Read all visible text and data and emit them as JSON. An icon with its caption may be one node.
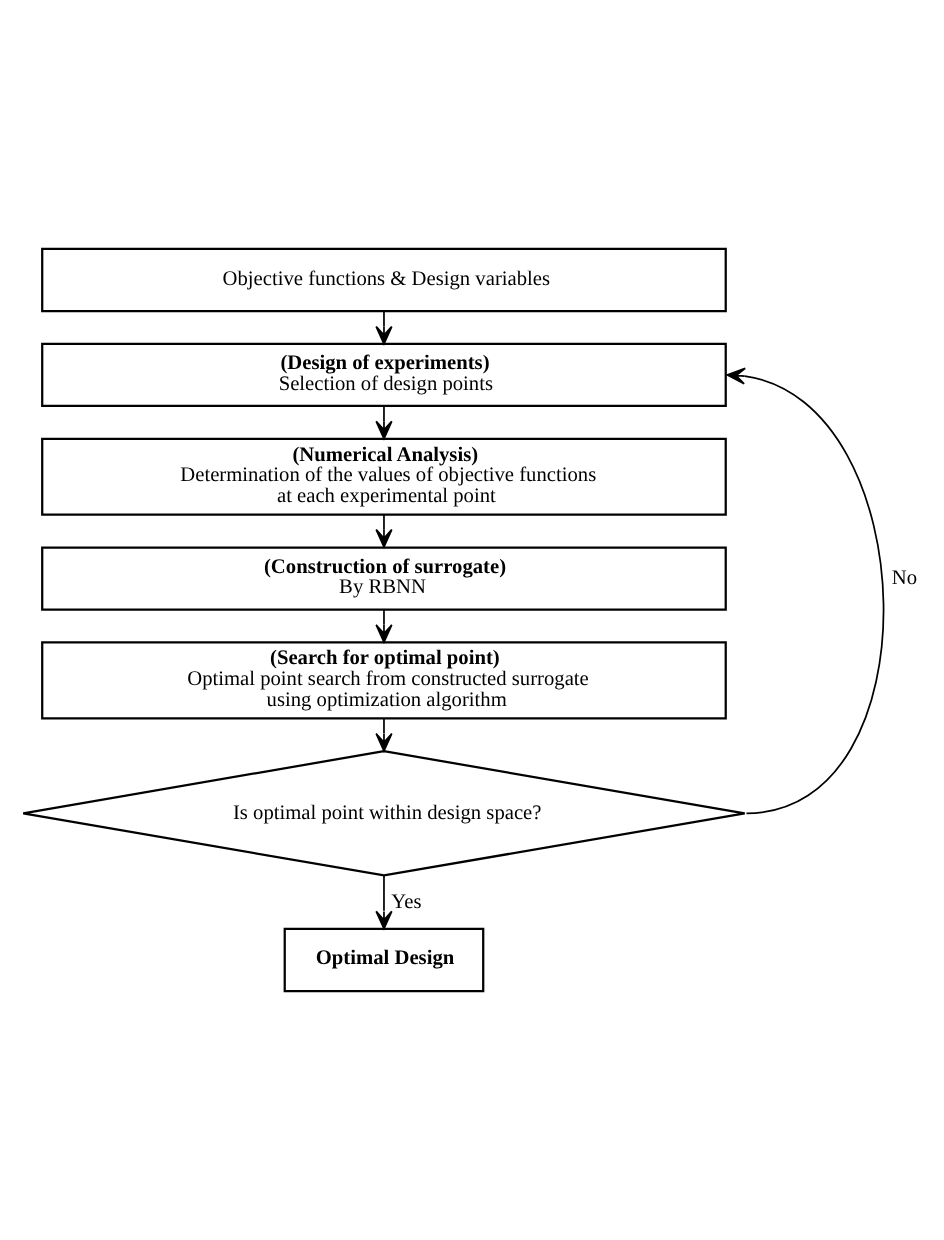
{
  "diagram": {
    "nodes": [
      {
        "text": [
          "Objective functions & Design variables"
        ]
      },
      {
        "text": [
          "(Design of experiments)",
          "Selection of design points"
        ]
      },
      {
        "text": [
          "(Numerical Analysis)",
          "Determination of the values of objective functions at each experimental point"
        ]
      },
      {
        "text": [
          "(Construction of surrogate)",
          "By RBNN"
        ]
      },
      {
        "text": [
          "(Search for optimal point)",
          "Optimal point search from constructed surrogate using optimization algorithm"
        ]
      },
      {
        "text": [
          "Is optimal point within design space?"
        ]
      },
      {
        "text": [
          "Optimal Design"
        ]
      }
    ],
    "edges": [
      {
        "from": 0,
        "to": 1,
        "arrow": "to"
      },
      {
        "from": 1,
        "to": 2,
        "arrow": "to"
      },
      {
        "from": 2,
        "to": 3,
        "arrow": "to"
      },
      {
        "from": 3,
        "to": 4,
        "arrow": "to"
      },
      {
        "from": 4,
        "to": 5,
        "arrow": "to"
      },
      {
        "from": 5,
        "to": 1,
        "label": "No",
        "arrow": "to"
      },
      {
        "from": 5,
        "to": 6,
        "label": "Yes",
        "arrow": "to"
      }
    ]
  }
}
